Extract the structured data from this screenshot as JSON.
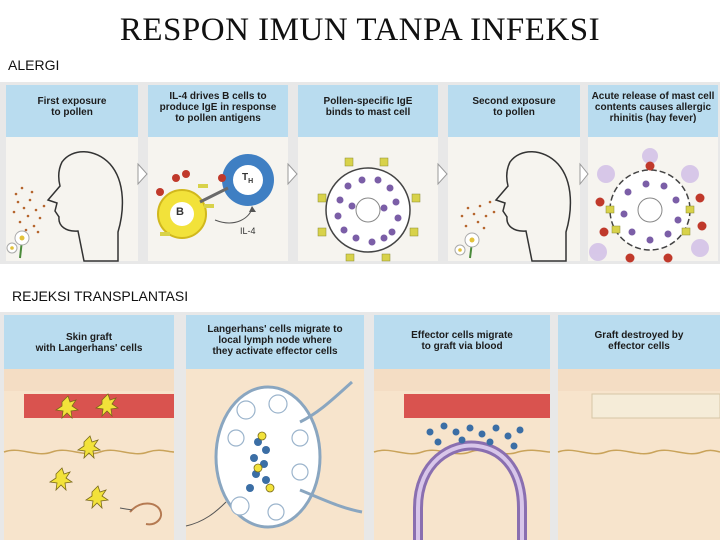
{
  "title": "RESPON IMUN TANPA INFEKSI",
  "sections": {
    "allergy": {
      "label": "ALERGI",
      "panels": [
        {
          "caption": "First exposure\nto pollen"
        },
        {
          "caption": "IL-4 drives B cells to\nproduce IgE in response\nto pollen antigens"
        },
        {
          "caption": "Pollen-specific IgE\nbinds to mast cell"
        },
        {
          "caption": "Second exposure\nto pollen"
        },
        {
          "caption": "Acute release of mast cell\ncontents causes allergic\nrhinitis (hay fever)"
        }
      ],
      "cell_labels": {
        "b_cell": "B",
        "t_cell": "T",
        "t_sub": "H",
        "il4": "IL-4"
      }
    },
    "transplant": {
      "label": "REJEKSI TRANSPLANTASI",
      "panels": [
        {
          "caption": "Skin graft\nwith Langerhans' cells"
        },
        {
          "caption": "Langerhans' cells migrate to\nlocal lymph node where\nthey activate effector cells"
        },
        {
          "caption": "Effector cells migrate\nto graft via blood"
        },
        {
          "caption": "Graft destroyed by\neffector cells"
        }
      ]
    }
  },
  "colors": {
    "caption_bg": "#b9dcef",
    "panel_bg": "#f6f4ef",
    "skin": "#f4ddc4",
    "skin_layer": "#f7e4cc",
    "graft": "#d9534f",
    "graft_dead": "#f5ecd8",
    "vessel": "#8a6fb0",
    "mast_granule": "#7b5ea7",
    "ige": "#d8d24a",
    "pollen": "#c0392b",
    "b_cell": "#f2e23a",
    "t_cell": "#3f7fc3",
    "effector": "#3b6ea5"
  }
}
